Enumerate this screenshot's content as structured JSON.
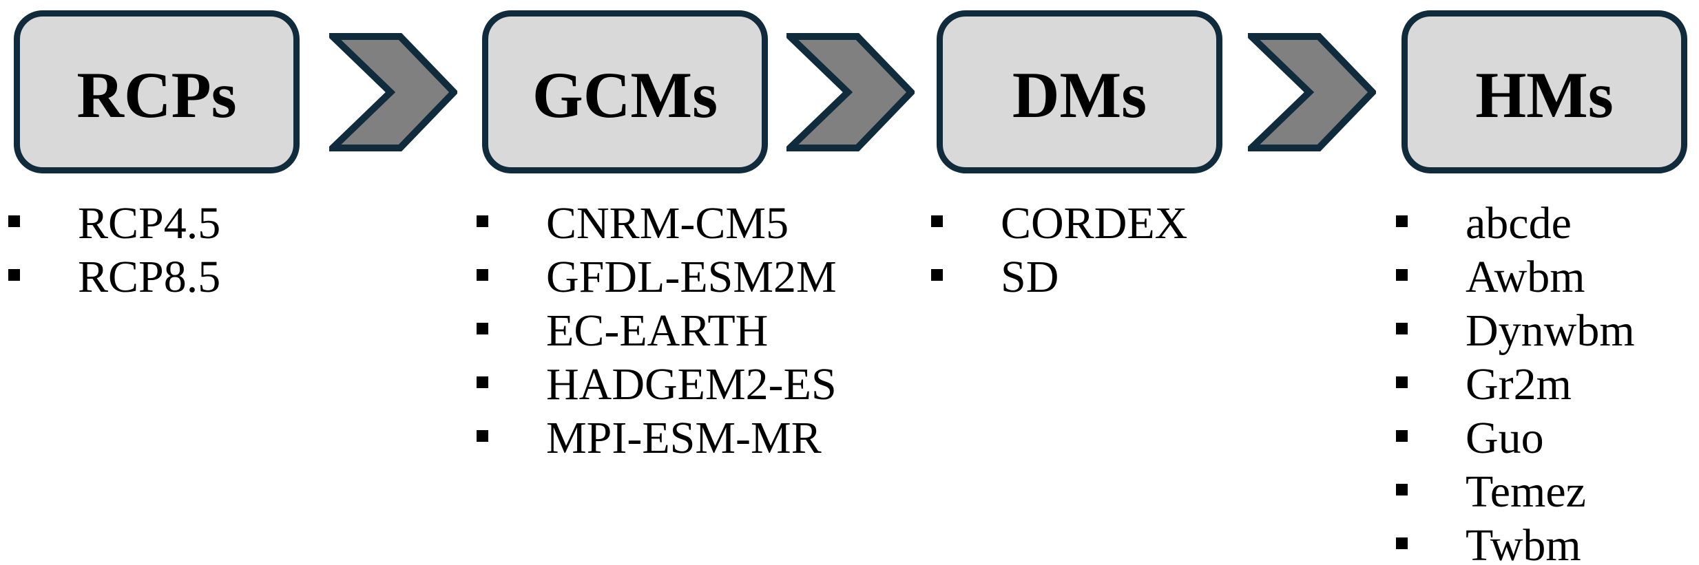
{
  "stages": [
    {
      "label": "RCPs",
      "items": [
        "RCP4.5",
        "RCP8.5"
      ]
    },
    {
      "label": "GCMs",
      "items": [
        "CNRM-CM5",
        "GFDL-ESM2M",
        "EC-EARTH",
        "HADGEM2-ES",
        "MPI-ESM-MR"
      ]
    },
    {
      "label": "DMs",
      "items": [
        "CORDEX",
        "SD"
      ]
    },
    {
      "label": "HMs",
      "items": [
        "abcde",
        "Awbm",
        "Dynwbm",
        "Gr2m",
        "Guo",
        "Temez",
        "Twbm"
      ]
    }
  ],
  "colors": {
    "background": "#ffffff",
    "text": "#000000",
    "box-fill": "#d9d9d9",
    "box-border": "#0f2b3c",
    "arrow-fill": "#808080",
    "arrow-border": "#0f2b3c"
  }
}
